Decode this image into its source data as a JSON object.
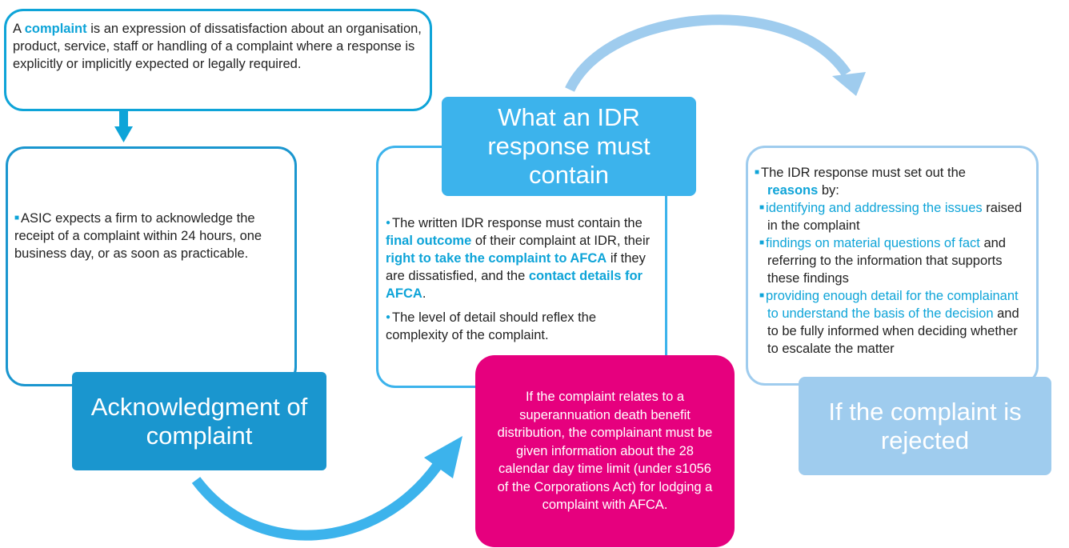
{
  "definition": {
    "prefix": "A ",
    "term": "complaint",
    "rest": " is an expression of dissatisfaction about an organisation, product, service, staff or handling of a complaint where a response is explicitly or implicitly expected or legally required."
  },
  "ack": {
    "title": "Acknowledgment of complaint",
    "body": "ASIC expects a firm to acknowledge the receipt of a complaint within  24 hours, one business day, or as soon as practicable."
  },
  "idr": {
    "title": "What an IDR response must contain",
    "b1_p1": "The written IDR response must contain the ",
    "b1_h1": "final outcome",
    "b1_p2": " of their complaint at IDR, their ",
    "b1_h2": "right to take the complaint to AFCA",
    "b1_p3": " if they are dissatisfied, and the ",
    "b1_h3": "contact details for AFCA",
    "b1_p4": ".",
    "b2": "The level of detail should reflex the complexity of the complaint."
  },
  "super": {
    "body": "If the complaint relates to a superannuation death benefit distribution, the complainant must be given information about the 28 calendar day time limit (under s1056 of the Corporations Act) for lodging a complaint with AFCA."
  },
  "rejected": {
    "title": "If the complaint is rejected",
    "intro": "The IDR response must set out the ",
    "intro_h": "reasons",
    "intro_end": " by:",
    "s1_h": "identifying and addressing the issues",
    "s1_t": " raised in the complaint",
    "s2_h": "findings on material questions of fact",
    "s2_t": " and referring to the information that supports these findings",
    "s3_h": "providing enough detail for the complainant to understand the basis of the decision",
    "s3_t": " and to be fully informed when deciding whether to escalate the matter"
  },
  "colors": {
    "dark_blue": "#1a96cf",
    "mid_blue": "#3cb3ec",
    "light_blue": "#9fccee",
    "magenta": "#e6007e",
    "highlight": "#0ea4d8"
  }
}
